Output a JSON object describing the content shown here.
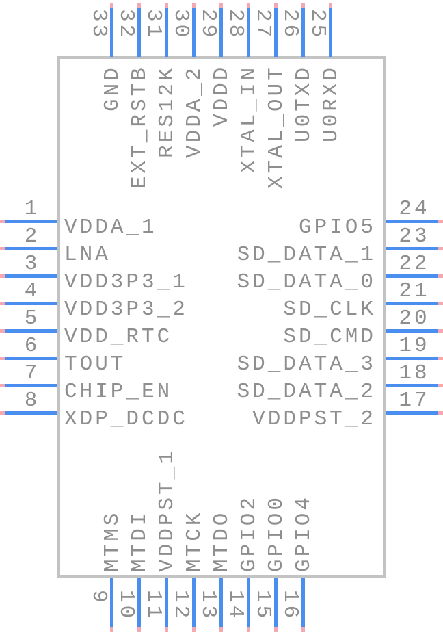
{
  "diagram": {
    "type": "ic-pinout-symbol",
    "colors": {
      "pin_line": "#4a8ff0",
      "pin_tip": "#f4a9b2",
      "text": "#8e8e8e",
      "body_border": "#c3c3c3",
      "background": "#ffffff"
    },
    "left_pins": [
      {
        "number": "1",
        "label": "VDDA_1"
      },
      {
        "number": "2",
        "label": "LNA"
      },
      {
        "number": "3",
        "label": "VDD3P3_1"
      },
      {
        "number": "4",
        "label": "VDD3P3_2"
      },
      {
        "number": "5",
        "label": "VDD_RTC"
      },
      {
        "number": "6",
        "label": "TOUT"
      },
      {
        "number": "7",
        "label": "CHIP_EN"
      },
      {
        "number": "8",
        "label": "XDP_DCDC"
      }
    ],
    "right_pins": [
      {
        "number": "24",
        "label": "GPIO5"
      },
      {
        "number": "23",
        "label": "SD_DATA_1"
      },
      {
        "number": "22",
        "label": "SD_DATA_0"
      },
      {
        "number": "21",
        "label": "SD_CLK"
      },
      {
        "number": "20",
        "label": "SD_CMD"
      },
      {
        "number": "19",
        "label": "SD_DATA_3"
      },
      {
        "number": "18",
        "label": "SD_DATA_2"
      },
      {
        "number": "17",
        "label": "VDDPST_2"
      }
    ],
    "top_pins": [
      {
        "number": "33",
        "label": "GND"
      },
      {
        "number": "32",
        "label": "EXT_RSTB"
      },
      {
        "number": "31",
        "label": "RES12K"
      },
      {
        "number": "30",
        "label": "VDDA_2"
      },
      {
        "number": "29",
        "label": "VDDD"
      },
      {
        "number": "28",
        "label": "XTAL_IN"
      },
      {
        "number": "27",
        "label": "XTAL_OUT"
      },
      {
        "number": "26",
        "label": "U0TXD"
      },
      {
        "number": "25",
        "label": "U0RXD"
      }
    ],
    "bottom_pins": [
      {
        "number": "9",
        "label": "MTMS"
      },
      {
        "number": "10",
        "label": "MTDI"
      },
      {
        "number": "11",
        "label": "VDDPST_1"
      },
      {
        "number": "12",
        "label": "MTCK"
      },
      {
        "number": "13",
        "label": "MTDO"
      },
      {
        "number": "14",
        "label": "GPIO2"
      },
      {
        "number": "15",
        "label": "GPIO0"
      },
      {
        "number": "16",
        "label": "GPIO4"
      }
    ]
  }
}
